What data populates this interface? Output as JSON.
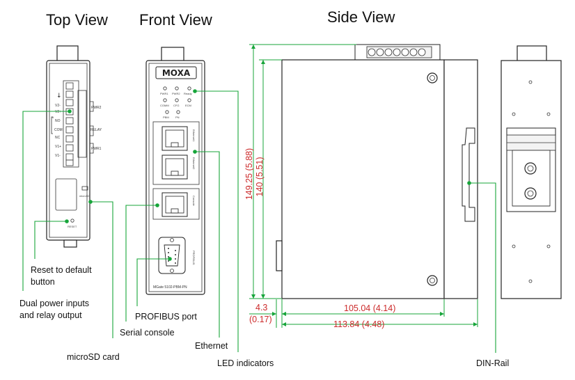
{
  "titles": {
    "top_view": "Top View",
    "front_view": "Front View",
    "side_view": "Side View"
  },
  "callouts": {
    "reset_line1": "Reset to default",
    "reset_line2": "button",
    "power_line1": "Dual power inputs",
    "power_line2": "and relay output",
    "microsd": "microSD card",
    "serial": "Serial console",
    "profibus": "PROFIBUS port",
    "ethernet": "Ethernet",
    "led": "LED indicators",
    "dinrail": "DIN-Rail"
  },
  "dimensions": {
    "height_outer": "149.25 (5.88)",
    "height_inner": "140 (5.51)",
    "depth_offset_1": "4.3",
    "depth_offset_2": "(0.17)",
    "depth_inner": "105.04 (4.14)",
    "depth_outer": "113.84 (4.48)"
  },
  "device_labels": {
    "brand": "MOXA",
    "model": "MGate 5102-PBM-PN",
    "led_pwr1": "PWR1",
    "led_pwr2": "PWR2",
    "led_ready": "Ready",
    "led_comm": "COMM",
    "led_cfg": "CFG",
    "led_ecm": "ECM",
    "led_pbm": "PBM",
    "led_pn": "PN",
    "eth1": "Ethernet1",
    "eth2": "Ethernet2",
    "console": "Console",
    "profibus": "PROFIBUS",
    "term_v2m": "V2-",
    "term_v2p": "V2+",
    "term_no": "NO",
    "term_com": "COM",
    "term_nc": "NC",
    "term_v1p": "V1+",
    "term_v1m": "V1-",
    "grp_pwr2": "PWR2",
    "grp_relay": "RELAY",
    "grp_pwr1": "PWR1",
    "sd_label": "microSD",
    "reset_label": "RESET"
  },
  "colors": {
    "callout_green": "#17a53a",
    "dimension_red": "#cc2b2b"
  }
}
